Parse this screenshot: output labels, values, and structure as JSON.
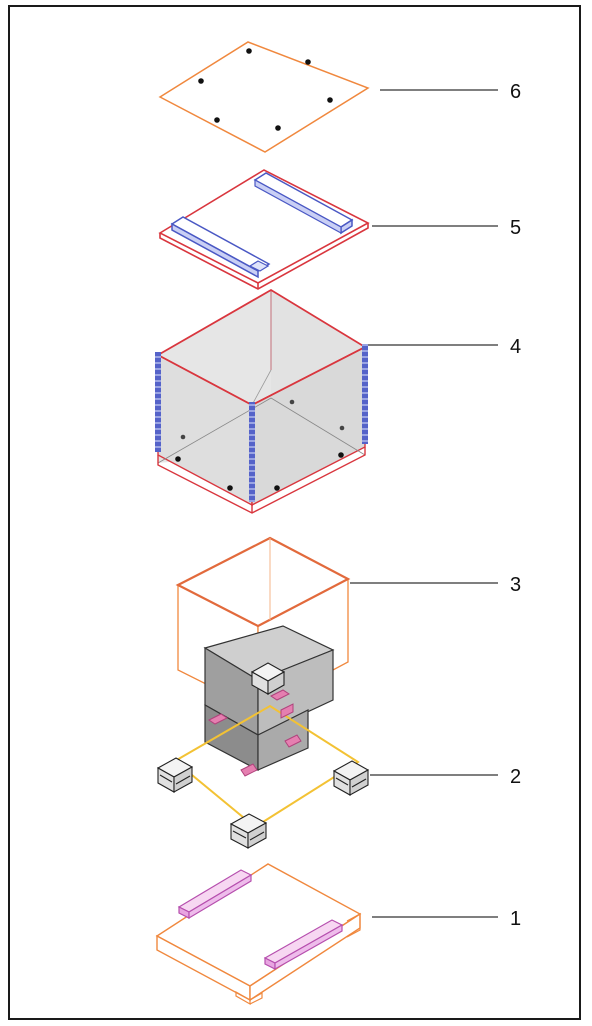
{
  "callouts": [
    {
      "number": "6"
    },
    {
      "number": "5"
    },
    {
      "number": "4"
    },
    {
      "number": "3"
    },
    {
      "number": "2"
    },
    {
      "number": "1"
    }
  ]
}
